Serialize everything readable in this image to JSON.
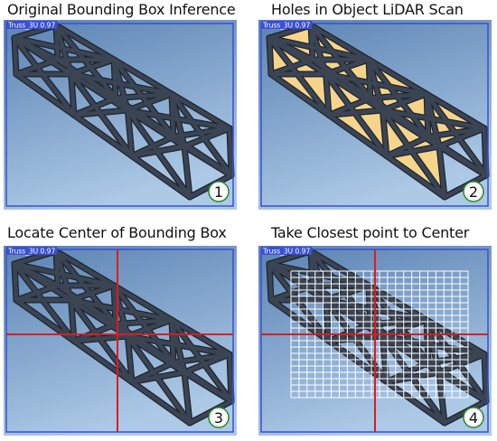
{
  "panels": [
    {
      "title": "Original Bounding Box Inference",
      "label": "Truss_3U 0.97",
      "number": "1",
      "overlay": "none"
    },
    {
      "title": "Holes in Object LiDAR Scan",
      "label": "Truss_3U 0.97",
      "number": "2",
      "overlay": "holes"
    },
    {
      "title": "Locate Center of Bounding Box",
      "label": "Truss_3U 0.97",
      "number": "3",
      "overlay": "crosshair"
    },
    {
      "title": "Take Closest point to Center",
      "label": "Truss_3U 0.97",
      "number": "4",
      "overlay": "grid"
    }
  ],
  "colors": {
    "bbox": "#3a4fd6",
    "truss": "#3b4452",
    "truss_edge": "#1e2430",
    "holes": "#f6d58a",
    "crosshair": "#e01b1b",
    "grid": "#ffffff",
    "bg_top": "#5f86b4",
    "bg_bottom": "#a9c6e4"
  }
}
